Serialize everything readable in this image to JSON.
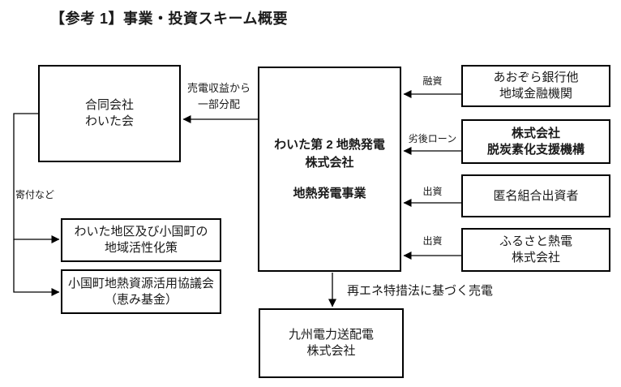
{
  "title": "【参考 1】事業・投資スキーム概要",
  "boxes": {
    "goudou": {
      "line1": "合同会社",
      "line2": "わいた会"
    },
    "spc": {
      "line1": "わいた第 2 地熱発電",
      "line2": "株式会社",
      "line3": "地熱発電事業"
    },
    "bank": {
      "line1": "あおぞら銀行他",
      "line2": "地域金融機関"
    },
    "jicn": {
      "line1": "株式会社",
      "line2": "脱炭素化支援機構"
    },
    "tk": {
      "line1": "匿名組合出資者"
    },
    "furusato": {
      "line1": "ふるさと熱電",
      "line2": "株式会社"
    },
    "chiiki": {
      "line1": "わいた地区及び小国町の",
      "line2": "地域活性化策"
    },
    "kyogikai": {
      "line1": "小国町地熱資源活用協議会",
      "line2": "（恵み基金）"
    },
    "kyuden": {
      "line1": "九州電力送配電",
      "line2": "株式会社"
    }
  },
  "labels": {
    "bunpai_line1": "売電収益から",
    "bunpai_line2": "一部分配",
    "yushi": "融資",
    "retsugo": "劣後ローン",
    "shusshi_tk": "出資",
    "shusshi_furusato": "出資",
    "kifu": "寄付など",
    "baiden": "再エネ特措法に基づく売電"
  },
  "colors": {
    "line": "#000000",
    "text": "#1a1a1a",
    "box_background": "#ffffff"
  }
}
